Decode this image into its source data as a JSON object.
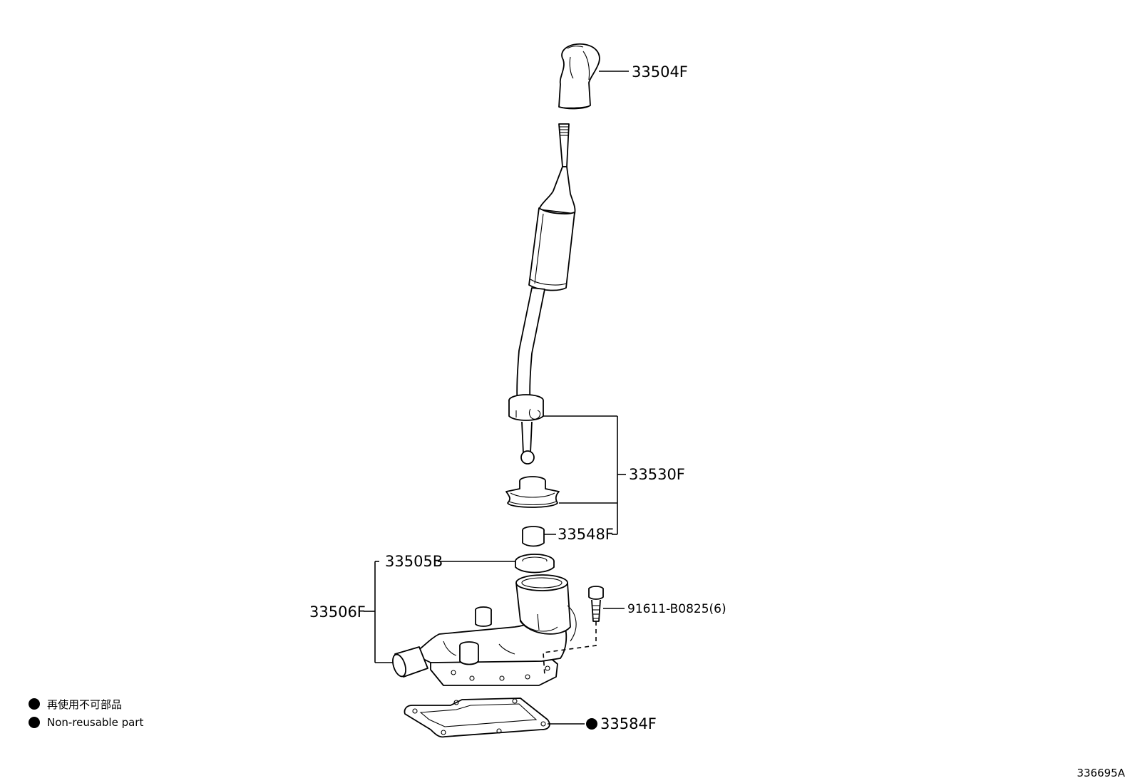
{
  "diagram": {
    "parts": [
      {
        "id": "p1",
        "number": "33504F"
      },
      {
        "id": "p2",
        "number": "33530F"
      },
      {
        "id": "p3",
        "number": "33548F"
      },
      {
        "id": "p4",
        "number": "33505B"
      },
      {
        "id": "p5",
        "number": "33506F"
      },
      {
        "id": "p6",
        "number": "91611-B0825(6)"
      },
      {
        "id": "p7",
        "number": "33584F",
        "non_reusable": true
      }
    ],
    "legend": {
      "japanese": "再使用不可部品",
      "english": "Non-reusable part"
    },
    "reference_code": "336695A"
  }
}
